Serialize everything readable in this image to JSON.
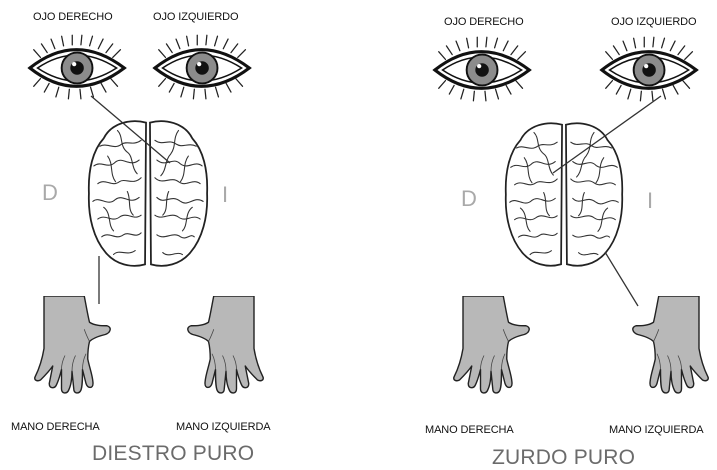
{
  "panels": [
    {
      "id": "left",
      "eye_right_label": "OJO DERECHO",
      "eye_left_label": "OJO IZQUIERDO",
      "side_right_letter": "D",
      "side_left_letter": "I",
      "hand_right_label": "MANO DERECHA",
      "hand_left_label": "MANO IZQUIERDA",
      "title": "DIESTRO PURO"
    },
    {
      "id": "right",
      "eye_right_label": "OJO DERECHO",
      "eye_left_label": "OJO IZQUIERDO",
      "side_right_letter": "D",
      "side_left_letter": "I",
      "hand_right_label": "MANO DERECHA",
      "hand_left_label": "MANO IZQUIERDA",
      "title": "ZURDO PURO"
    }
  ],
  "icons": {
    "eye": "eye-icon",
    "brain": "brain-icon",
    "hand": "hand-icon",
    "connector": "connector-line"
  },
  "colors": {
    "line": "#333333",
    "hand_fill": "#b8b8b8",
    "iris": "#8c8c8c",
    "side_letter": "#a9a9a9",
    "title": "#6b6b6b"
  }
}
